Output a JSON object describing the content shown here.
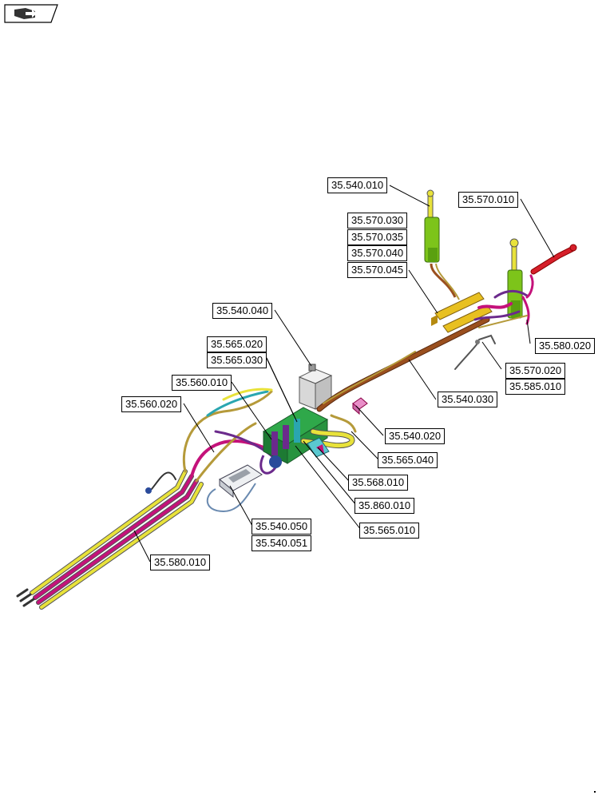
{
  "icons": {
    "nav": "book-arrow-icon",
    "dot": "dot-icon"
  },
  "colors": {
    "magenta": "#c4127a",
    "yellow": "#e8e23a",
    "brown": "#9a4f1e",
    "green": "#7dc41a",
    "teal": "#2aa6b0",
    "purple": "#6b2a8c",
    "red": "#d61f2a",
    "pink": "#e88fc8",
    "grey": "#9aa0a8"
  },
  "callouts": [
    {
      "id": "c1",
      "label": "35.540.010"
    },
    {
      "id": "c2",
      "label": "35.570.030"
    },
    {
      "id": "c3",
      "label": "35.570.035"
    },
    {
      "id": "c4",
      "label": "35.570.040"
    },
    {
      "id": "c5",
      "label": "35.570.045"
    },
    {
      "id": "c6",
      "label": "35.570.010"
    },
    {
      "id": "c7",
      "label": "35.580.020"
    },
    {
      "id": "c8",
      "label": "35.570.020"
    },
    {
      "id": "c9",
      "label": "35.585.010"
    },
    {
      "id": "c10",
      "label": "35.540.030"
    },
    {
      "id": "c11",
      "label": "35.540.040"
    },
    {
      "id": "c12",
      "label": "35.565.020"
    },
    {
      "id": "c13",
      "label": "35.565.030"
    },
    {
      "id": "c14",
      "label": "35.560.010"
    },
    {
      "id": "c15",
      "label": "35.560.020"
    },
    {
      "id": "c16",
      "label": "35.540.020"
    },
    {
      "id": "c17",
      "label": "35.565.040"
    },
    {
      "id": "c18",
      "label": "35.568.010"
    },
    {
      "id": "c19",
      "label": "35.860.010"
    },
    {
      "id": "c20",
      "label": "35.565.010"
    },
    {
      "id": "c21",
      "label": "35.540.050"
    },
    {
      "id": "c22",
      "label": "35.540.051"
    },
    {
      "id": "c23",
      "label": "35.580.010"
    }
  ]
}
